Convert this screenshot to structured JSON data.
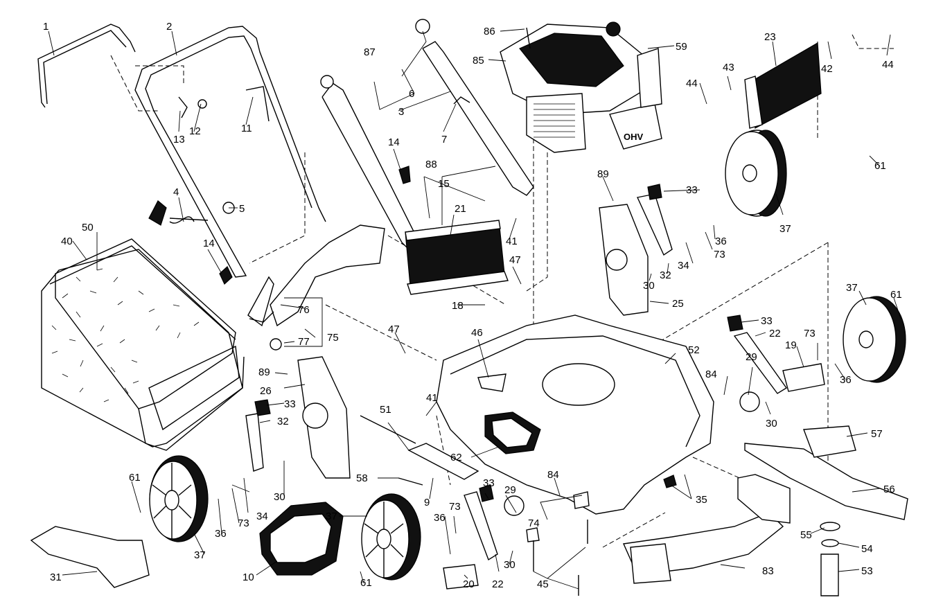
{
  "labels": [
    {
      "id": "p1",
      "text": "1"
    },
    {
      "id": "p2",
      "text": "2"
    },
    {
      "id": "p3",
      "text": "3"
    },
    {
      "id": "p4",
      "text": "4"
    },
    {
      "id": "p5",
      "text": "5"
    },
    {
      "id": "p6",
      "text": "6"
    },
    {
      "id": "p7",
      "text": "7"
    },
    {
      "id": "p9",
      "text": "9"
    },
    {
      "id": "p10",
      "text": "10"
    },
    {
      "id": "p11",
      "text": "11"
    },
    {
      "id": "p12",
      "text": "12"
    },
    {
      "id": "p13",
      "text": "13"
    },
    {
      "id": "p14a",
      "text": "14"
    },
    {
      "id": "p14b",
      "text": "14"
    },
    {
      "id": "p15",
      "text": "15"
    },
    {
      "id": "p18",
      "text": "18"
    },
    {
      "id": "p19",
      "text": "19"
    },
    {
      "id": "p20",
      "text": "20"
    },
    {
      "id": "p21",
      "text": "21"
    },
    {
      "id": "p22a",
      "text": "22"
    },
    {
      "id": "p22b",
      "text": "22"
    },
    {
      "id": "p23",
      "text": "23"
    },
    {
      "id": "p25",
      "text": "25"
    },
    {
      "id": "p26",
      "text": "26"
    },
    {
      "id": "p29a",
      "text": "29"
    },
    {
      "id": "p29b",
      "text": "29"
    },
    {
      "id": "p30a",
      "text": "30"
    },
    {
      "id": "p30b",
      "text": "30"
    },
    {
      "id": "p30c",
      "text": "30"
    },
    {
      "id": "p30d",
      "text": "30"
    },
    {
      "id": "p31",
      "text": "31"
    },
    {
      "id": "p32a",
      "text": "32"
    },
    {
      "id": "p32b",
      "text": "32"
    },
    {
      "id": "p33a",
      "text": "33"
    },
    {
      "id": "p33b",
      "text": "33"
    },
    {
      "id": "p33c",
      "text": "33"
    },
    {
      "id": "p33d",
      "text": "33"
    },
    {
      "id": "p34a",
      "text": "34"
    },
    {
      "id": "p34b",
      "text": "34"
    },
    {
      "id": "p35",
      "text": "35"
    },
    {
      "id": "p36a",
      "text": "36"
    },
    {
      "id": "p36b",
      "text": "36"
    },
    {
      "id": "p36c",
      "text": "36"
    },
    {
      "id": "p36d",
      "text": "36"
    },
    {
      "id": "p37a",
      "text": "37"
    },
    {
      "id": "p37b",
      "text": "37"
    },
    {
      "id": "p37c",
      "text": "37"
    },
    {
      "id": "p37d",
      "text": "37"
    },
    {
      "id": "p40",
      "text": "40"
    },
    {
      "id": "p41a",
      "text": "41"
    },
    {
      "id": "p41b",
      "text": "41"
    },
    {
      "id": "p42",
      "text": "42"
    },
    {
      "id": "p43",
      "text": "43"
    },
    {
      "id": "p44a",
      "text": "44"
    },
    {
      "id": "p44b",
      "text": "44"
    },
    {
      "id": "p45",
      "text": "45"
    },
    {
      "id": "p46",
      "text": "46"
    },
    {
      "id": "p47a",
      "text": "47"
    },
    {
      "id": "p47b",
      "text": "47"
    },
    {
      "id": "p50",
      "text": "50"
    },
    {
      "id": "p51",
      "text": "51"
    },
    {
      "id": "p52",
      "text": "52"
    },
    {
      "id": "p53",
      "text": "53"
    },
    {
      "id": "p54",
      "text": "54"
    },
    {
      "id": "p55",
      "text": "55"
    },
    {
      "id": "p56",
      "text": "56"
    },
    {
      "id": "p57",
      "text": "57"
    },
    {
      "id": "p58",
      "text": "58"
    },
    {
      "id": "p59",
      "text": "59"
    },
    {
      "id": "p61a",
      "text": "61"
    },
    {
      "id": "p61b",
      "text": "61"
    },
    {
      "id": "p61c",
      "text": "61"
    },
    {
      "id": "p61d",
      "text": "61"
    },
    {
      "id": "p62",
      "text": "62"
    },
    {
      "id": "p73a",
      "text": "73"
    },
    {
      "id": "p73b",
      "text": "73"
    },
    {
      "id": "p73c",
      "text": "73"
    },
    {
      "id": "p73d",
      "text": "73"
    },
    {
      "id": "p74",
      "text": "74"
    },
    {
      "id": "p75",
      "text": "75"
    },
    {
      "id": "p76",
      "text": "76"
    },
    {
      "id": "p77",
      "text": "77"
    },
    {
      "id": "p83",
      "text": "83"
    },
    {
      "id": "p84a",
      "text": "84"
    },
    {
      "id": "p84b",
      "text": "84"
    },
    {
      "id": "p85",
      "text": "85"
    },
    {
      "id": "p86",
      "text": "86"
    },
    {
      "id": "p87",
      "text": "87"
    },
    {
      "id": "p88",
      "text": "88"
    },
    {
      "id": "p89a",
      "text": "89"
    },
    {
      "id": "p89b",
      "text": "89"
    }
  ],
  "engine_badge": "OHV"
}
